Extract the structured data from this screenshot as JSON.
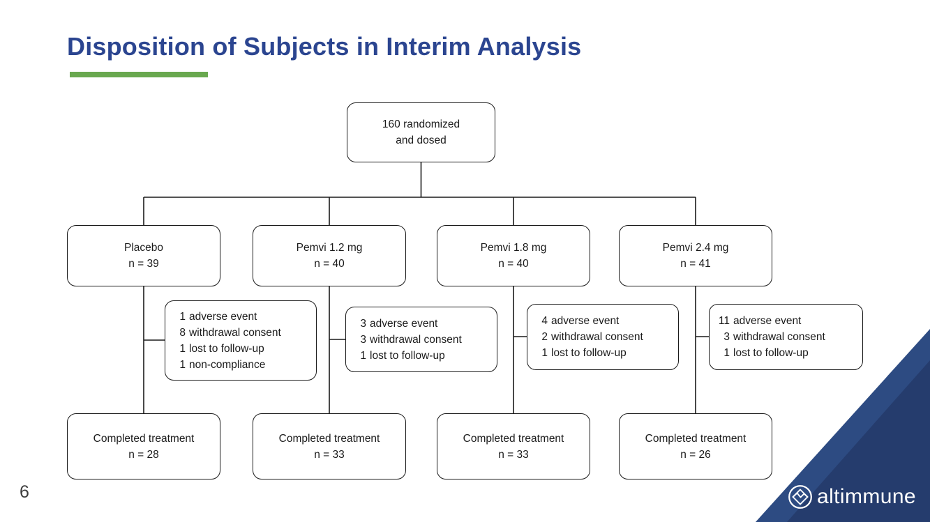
{
  "slide": {
    "title": "Disposition of Subjects in Interim Analysis",
    "page_number": "6",
    "logo_text": "altimmune"
  },
  "colors": {
    "title_blue": "#2B4590",
    "accent_green": "#69A84F",
    "corner_triangle_dark": "#253C6D",
    "corner_triangle_light": "#2D4B82",
    "line_black": "#1a1a1a"
  },
  "diagram": {
    "root": {
      "line1": "160 randomized",
      "line2": "and dosed"
    },
    "arms": [
      {
        "label": "Placebo",
        "n": "n = 39",
        "exclusions": [
          {
            "count": "1",
            "reason": "adverse event"
          },
          {
            "count": "8",
            "reason": "withdrawal consent"
          },
          {
            "count": "1",
            "reason": "lost to follow-up"
          },
          {
            "count": "1",
            "reason": "non-compliance"
          }
        ],
        "completed_label": "Completed treatment",
        "completed_n": "n = 28"
      },
      {
        "label": "Pemvi 1.2 mg",
        "n": "n = 40",
        "exclusions": [
          {
            "count": "3",
            "reason": "adverse event"
          },
          {
            "count": "3",
            "reason": "withdrawal consent"
          },
          {
            "count": "1",
            "reason": "lost to follow-up"
          }
        ],
        "completed_label": "Completed treatment",
        "completed_n": "n = 33"
      },
      {
        "label": "Pemvi 1.8 mg",
        "n": "n = 40",
        "exclusions": [
          {
            "count": "4",
            "reason": "adverse event"
          },
          {
            "count": "2",
            "reason": "withdrawal consent"
          },
          {
            "count": "1",
            "reason": "lost to follow-up"
          }
        ],
        "completed_label": "Completed treatment",
        "completed_n": "n = 33"
      },
      {
        "label": "Pemvi 2.4 mg",
        "n": "n = 41",
        "exclusions": [
          {
            "count": "11",
            "reason": "adverse event"
          },
          {
            "count": "3",
            "reason": "withdrawal consent"
          },
          {
            "count": "1",
            "reason": "lost to follow-up"
          }
        ],
        "completed_label": "Completed treatment",
        "completed_n": "n = 26"
      }
    ]
  }
}
